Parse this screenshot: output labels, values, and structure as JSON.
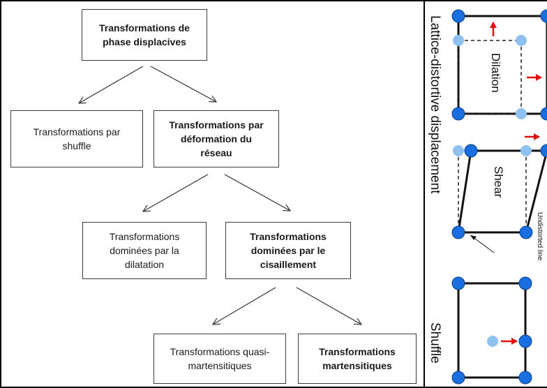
{
  "flowchart": {
    "root": "Transformations de\nphase displacives",
    "shuffle": "Transformations par\nshuffle",
    "lattice": "Transformations par\ndéformation du\nréseau",
    "dilatation": "Transformations\ndominées par la\ndilatation",
    "cisaillement": "Transformations\ndominées par le\ncisaillement",
    "quasi": "Transformations quasi-\nmartensitiques",
    "martensitic": "Transformations\nmartensitiques"
  },
  "panel": {
    "side_label_top": "Lattice-distortive displacement",
    "side_label_bottom": "Shuffle",
    "dilation_label": "Dilation",
    "shear_label": "Shear",
    "undistorted_label": "Undistorted line"
  },
  "colors": {
    "atom_dark": "#1a6fe0",
    "atom_light": "#8fc1f0",
    "arrow": "#e01010",
    "lines": "#1a1a1a"
  }
}
